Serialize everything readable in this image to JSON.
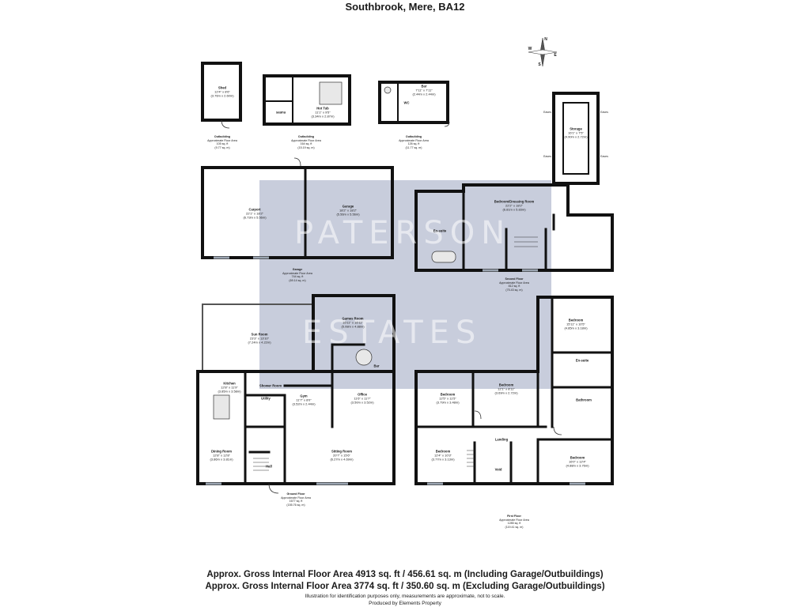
{
  "title": "Southbrook, Mere, BA12",
  "watermark": {
    "line1": "PATERSON",
    "line2": "ESTATES"
  },
  "compass": {
    "n": "N",
    "s": "S",
    "e": "E",
    "w": "W"
  },
  "outbuildings": [
    {
      "label": "Outbuilding",
      "sub": "Approximate Floor Area",
      "sqft": "105 sq. ft",
      "sqm": "(9.77 sq. m)"
    },
    {
      "label": "Outbuilding",
      "sub": "Approximate Floor Area",
      "sqft": "164 sq. ft",
      "sqm": "(15.19 sq. m)"
    },
    {
      "label": "Outbuilding",
      "sub": "Approximate Floor Area",
      "sqft": "126 sq. ft",
      "sqm": "(11.77 sq. m)"
    }
  ],
  "rooms": {
    "shed": {
      "name": "Shed",
      "imp": "12'4\" x 8'6\"",
      "met": "(3.76m x 2.60m)"
    },
    "sauna": {
      "name": "sauna"
    },
    "hot_tub": {
      "name": "Hot Tub",
      "imp": "11'1\" x 9'5\"",
      "met": "(3.34m x 2.87m)"
    },
    "wc_out": {
      "name": "WC"
    },
    "bar_out": {
      "name": "Bar",
      "imp": "7'11\" x 7'11\"",
      "met": "(2.44m x 2.44m)"
    },
    "storage": {
      "name": "Storage",
      "imp": "16'1\" x 7'5\"",
      "met": "(4.90m x 2.72m)"
    },
    "eaves": {
      "name": "Eaves"
    },
    "carport": {
      "name": "Carport",
      "imp": "22'1\" x 18'2\"",
      "met": "(6.73m x 5.56m)"
    },
    "garage": {
      "name": "Garage",
      "imp": "18'2\" x 18'2\"",
      "met": "(5.56m x 5.56m)"
    },
    "ensuite2": {
      "name": "En-suite"
    },
    "bedroom_dressing": {
      "name": "Bedroom/Dressing Room",
      "imp": "22'2\" x 18'2\"",
      "met": "(6.81m x 5.83m)"
    },
    "sun_room": {
      "name": "Sun Room",
      "imp": "23'3\" x 13'10\"",
      "met": "(7.24m x 4.22m)"
    },
    "games_room": {
      "name": "Games Room",
      "imp": "16'11\" x 16'11\"",
      "met": "(5.08m x 4.88m)"
    },
    "bar": {
      "name": "Bar"
    },
    "kitchen": {
      "name": "Kitchen",
      "imp": "12'8\" x 11'9\"",
      "met": "(3.85m x 3.58m)"
    },
    "shower_room": {
      "name": "Shower Room"
    },
    "utility": {
      "name": "Utility"
    },
    "gym": {
      "name": "Gym",
      "imp": "11'7\" x 8'0\"",
      "met": "(3.52m x 2.44m)"
    },
    "office": {
      "name": "Office",
      "imp": "11'6\" x 11'7\"",
      "met": "(3.50m x 3.52m)"
    },
    "dining": {
      "name": "Dining Room",
      "imp": "12'8\" x 12'8\"",
      "met": "(3.86m x 3.81m)"
    },
    "hall": {
      "name": "Hall"
    },
    "sitting": {
      "name": "Sitting Room",
      "imp": "20'7\" x 15'6\"",
      "met": "(6.27m x 4.69m)"
    },
    "bedroom_ne": {
      "name": "Bedroom",
      "imp": "15'11\" x 10'5\"",
      "met": "(4.85m x 3.18m)"
    },
    "ensuite1": {
      "name": "En-suite"
    },
    "bathroom": {
      "name": "Bathroom"
    },
    "bedroom_w": {
      "name": "Bedroom",
      "imp": "12'5\" x 11'5\"",
      "met": "(3.79m x 3.48m)"
    },
    "bedroom_mid": {
      "name": "Bedroom",
      "imp": "12'1\" x 8'11\"",
      "met": "(3.69m x 2.72m)"
    },
    "landing": {
      "name": "Landing"
    },
    "bedroom_sw": {
      "name": "Bedroom",
      "imp": "12'4\" x 10'3\"",
      "met": "(3.77m x 3.13m)"
    },
    "void": {
      "name": "Void"
    },
    "bedroom_se": {
      "name": "Bedroom",
      "imp": "16'0\" x 12'4\"",
      "met": "(4.88m x 3.76m)"
    }
  },
  "floor_areas": {
    "garage": {
      "label": "Garage",
      "sub": "Approximate Floor Area",
      "sqft": "744 sq. ft",
      "sqm": "(69.14 sq. m)"
    },
    "second": {
      "label": "Second Floor",
      "sub": "Approximate Floor Area",
      "sqft": "812 sq. ft",
      "sqm": "(75.43 sq. m)"
    },
    "ground": {
      "label": "Ground Floor",
      "sub": "Approximate Floor Area",
      "sqft": "1677 sq. ft",
      "sqm": "(155.76 sq. m)"
    },
    "first": {
      "label": "First Floor",
      "sub": "Approximate Floor Area",
      "sqft": "1285 sq. ft",
      "sqm": "(119.41 sq. m)"
    }
  },
  "footer": {
    "line1": "Approx. Gross Internal Floor Area 4913 sq. ft / 456.61 sq. m (Including Garage/Outbuildings)",
    "line2": "Approx. Gross Internal Floor Area 3774 sq. ft / 350.60 sq. m (Excluding Garage/Outbuildings)",
    "line3": "Illustration for identification purposes only, measurements are approximate, not to scale.",
    "line4": "Produced by Elements Property"
  },
  "colors": {
    "wall": "#111111",
    "watermark_bg": "#3a4a80",
    "window": "#9aa4b0"
  }
}
